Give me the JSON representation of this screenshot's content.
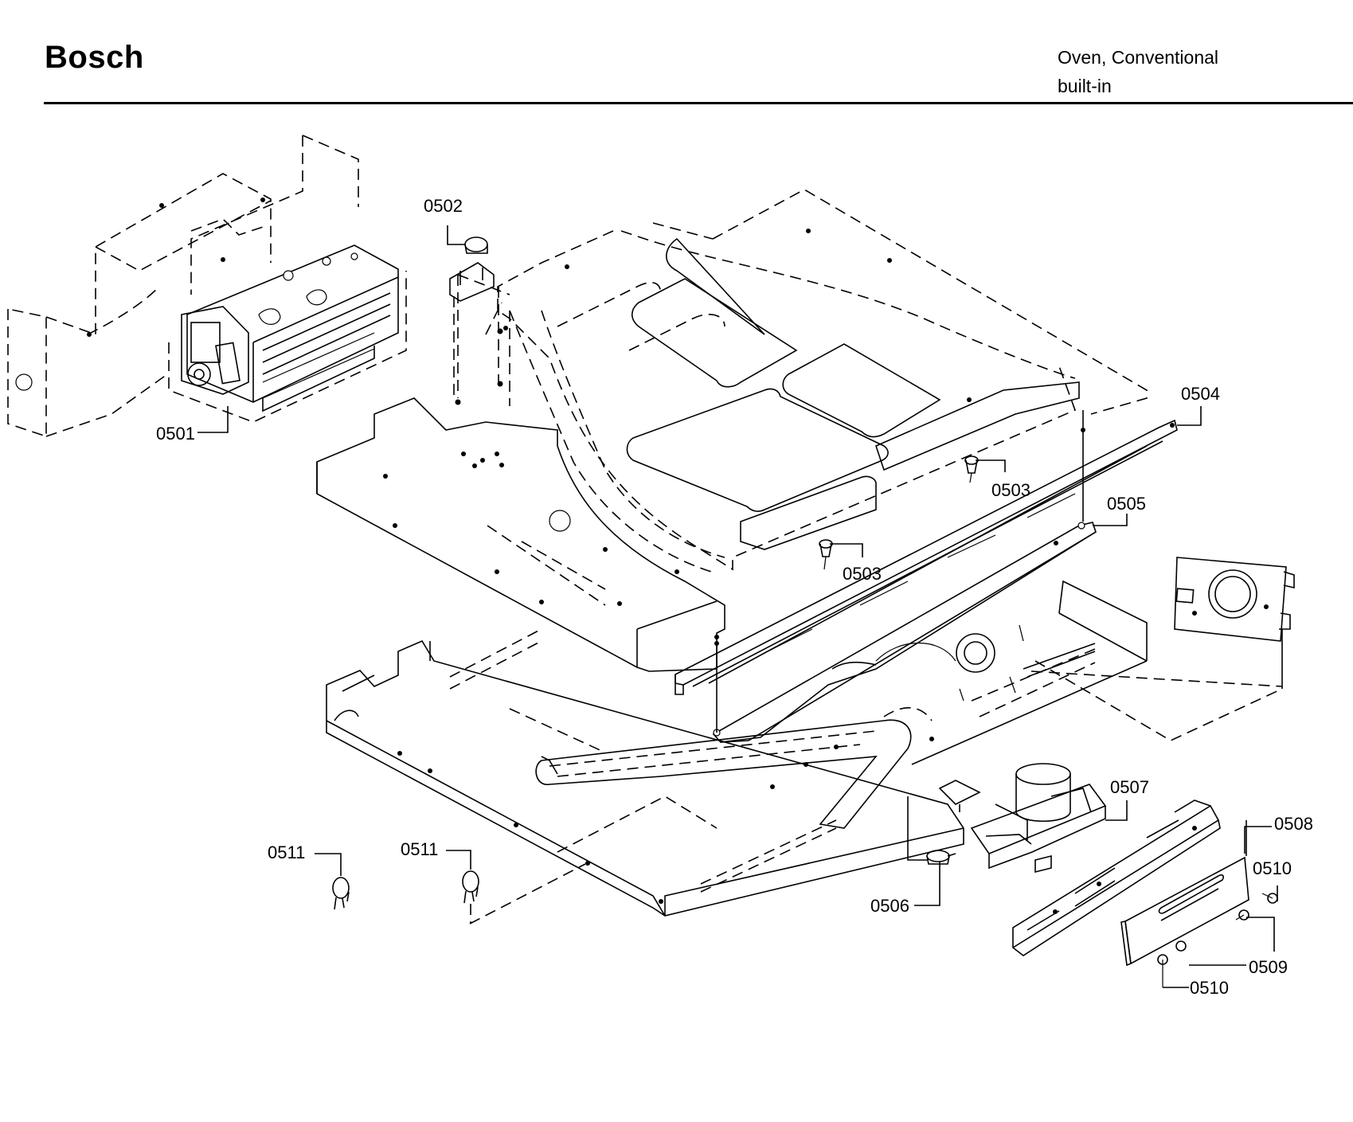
{
  "header": {
    "brand": "Bosch",
    "product_line1": "Oven, Conventional",
    "product_line2": "built-in"
  },
  "parts": {
    "p0501": "0501",
    "p0502": "0502",
    "p0503a": "0503",
    "p0503b": "0503",
    "p0504": "0504",
    "p0505": "0505",
    "p0506": "0506",
    "p0507": "0507",
    "p0508": "0508",
    "p0509": "0509",
    "p0510a": "0510",
    "p0510b": "0510",
    "p0511a": "0511",
    "p0511b": "0511"
  }
}
